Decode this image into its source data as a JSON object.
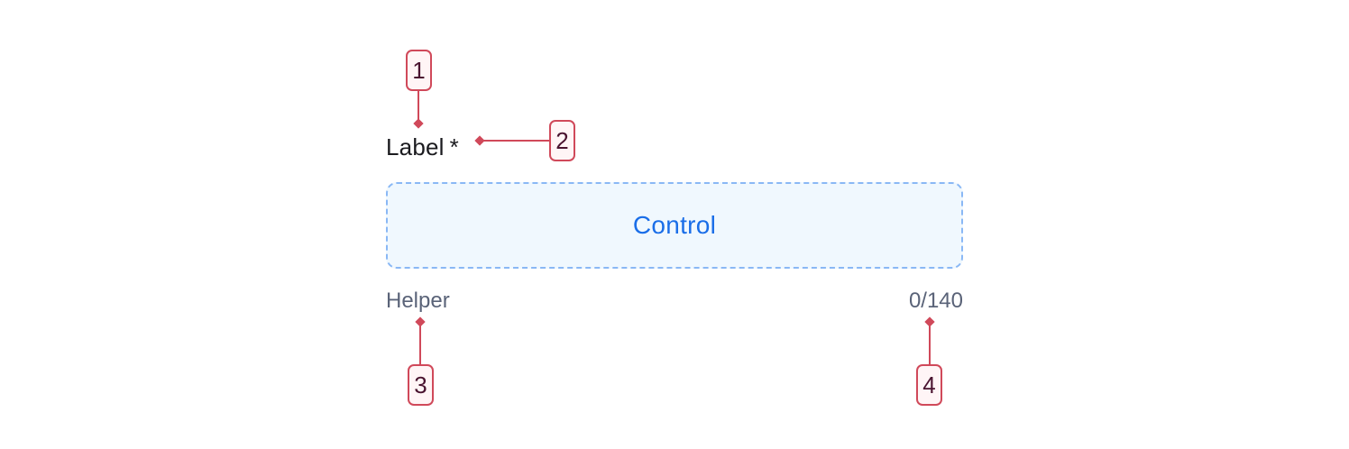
{
  "field": {
    "label": "Label",
    "required_marker": "*",
    "control_text": "Control",
    "helper_text": "Helper",
    "counter_text": "0/140"
  },
  "annotations": [
    {
      "number": "1",
      "target": "label"
    },
    {
      "number": "2",
      "target": "required-marker"
    },
    {
      "number": "3",
      "target": "helper-text"
    },
    {
      "number": "4",
      "target": "character-counter"
    }
  ],
  "colors": {
    "annotation": "#d0495a",
    "annotation_text": "#4a1430",
    "control_border": "#8ab8f5",
    "control_fill": "#f0f8fe",
    "control_text": "#1a6ee8",
    "label_text": "#1b1b1f",
    "helper_text": "#5a6378"
  }
}
